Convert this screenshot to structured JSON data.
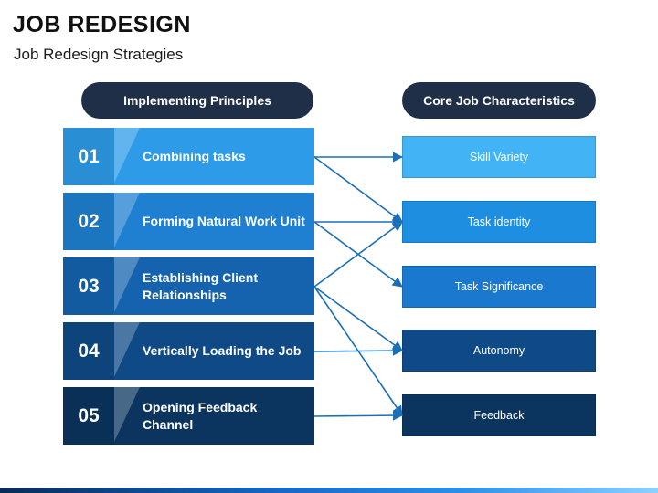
{
  "title": "JOB REDESIGN",
  "subtitle": "Job Redesign Strategies",
  "headers": {
    "left": "Implementing Principles",
    "right": "Core Job Characteristics"
  },
  "principles": [
    {
      "num": "01",
      "label": "Combining tasks",
      "color": "#2e9be8"
    },
    {
      "num": "02",
      "label": "Forming Natural Work Unit",
      "color": "#1f7fd0"
    },
    {
      "num": "03",
      "label": "Establishing Client Relationships",
      "color": "#1563ae"
    },
    {
      "num": "04",
      "label": "Vertically Loading the Job",
      "color": "#0f4a86"
    },
    {
      "num": "05",
      "label": "Opening Feedback Channel",
      "color": "#0b355f"
    }
  ],
  "characteristics": [
    {
      "label": "Skill Variety",
      "color": "#42b4f5"
    },
    {
      "label": "Task identity",
      "color": "#1e8fe0"
    },
    {
      "label": "Task Significance",
      "color": "#1a78cf"
    },
    {
      "label": "Autonomy",
      "color": "#0f4a86"
    },
    {
      "label": "Feedback",
      "color": "#0b355f"
    }
  ],
  "connections": [
    {
      "from": 0,
      "to": 0
    },
    {
      "from": 0,
      "to": 1
    },
    {
      "from": 1,
      "to": 1
    },
    {
      "from": 1,
      "to": 2
    },
    {
      "from": 2,
      "to": 1
    },
    {
      "from": 2,
      "to": 3
    },
    {
      "from": 2,
      "to": 4
    },
    {
      "from": 3,
      "to": 3
    },
    {
      "from": 4,
      "to": 4
    }
  ],
  "connection_color": "#1a6fb8"
}
